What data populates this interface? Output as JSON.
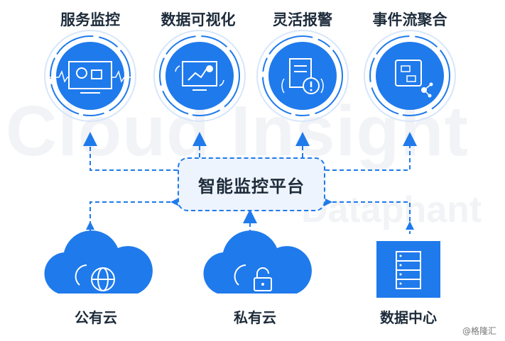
{
  "watermark": {
    "main": "Cloud Insight",
    "sub": "Dataphant"
  },
  "hub": {
    "label": "智能监控平台"
  },
  "top_nodes": [
    {
      "label": "服务监控",
      "icon": "monitor-dashboard-icon"
    },
    {
      "label": "数据可视化",
      "icon": "chart-screen-icon"
    },
    {
      "label": "灵活报警",
      "icon": "alert-scroll-icon"
    },
    {
      "label": "事件流聚合",
      "icon": "flow-aggregate-icon"
    }
  ],
  "bottom_nodes": [
    {
      "label": "公有云",
      "icon": "cloud-globe-icon"
    },
    {
      "label": "私有云",
      "icon": "cloud-lock-icon"
    },
    {
      "label": "数据中心",
      "icon": "server-rack-icon"
    }
  ],
  "credit": "@格隆汇",
  "colors": {
    "primary": "#1f7aec",
    "text": "#1d2b3a",
    "hub_fill": "#eef4fd"
  }
}
